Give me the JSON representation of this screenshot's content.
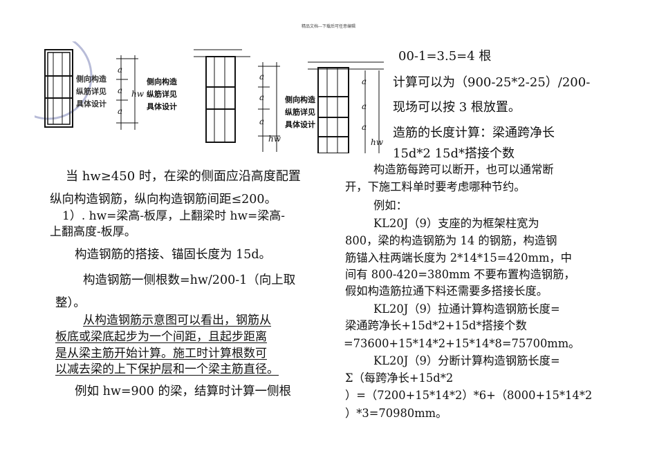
{
  "header": "精品文档---下载后可任意编辑",
  "figure": {
    "label_side_bars": "侧向构造纵筋详见具体设计",
    "label_a": "a",
    "label_hw": "hw"
  },
  "right_top": [
    "00-1=3.5=4 根",
    "计算可以为（900-25*2-25）/200-",
    "现场可以按 3 根放置。",
    "造筋的长度计算：梁通跨净长",
    "15d*2 15d*搭接个数"
  ],
  "left": [
    "当 hw≥450 时，在梁的侧面应沿高度配置",
    "纵向构造钢筋，纵向构造钢筋间距≤200。",
    "1）. hw=梁高-板厚，上翻梁时 hw=梁高-",
    "上翻高度-板厚。",
    "构造钢筋的搭接、锚固长度为 15d。",
    "构造钢筋一侧根数=hw/200-1（向上取",
    "整）。",
    "从构造钢筋示意图可以看出，钢筋从",
    "板底或梁底起步为一个间距，且起步距离",
    "是从梁主筋开始计算。施工时计算根数可",
    "以减去梁的上下保护层和一个梁主筋直径。",
    "例如 hw=900 的梁，结算时计算一侧根"
  ],
  "right": [
    "构造筋每跨可以断开，也可以通常断",
    "开，下施工料单时要考虑哪种节约。",
    "例如：",
    "KL20J（9）支座的为框架柱宽为",
    "800，梁的构造钢筋为 14 的钢筋，构造钢",
    "筋锚入柱两端长度为 2*14*15=420mm，中",
    "间有 800-420=380mm 不要布置构造钢筋，",
    "假如构造筋拉通下料还需要多搭接长度。",
    "KL20J（9）拉通计算构造钢筋长度=",
    "梁通跨净长+15d*2+15d*搭接个数",
    "=73600+15*14*2+15*14*8=75700mm。",
    "KL20J（9）分断计算构造钢筋长度=",
    "Σ（每跨净长+15d*2",
    "）=（7200+15*14*2）*6+（8000+15*14*2",
    "）*3=70980mm。"
  ]
}
